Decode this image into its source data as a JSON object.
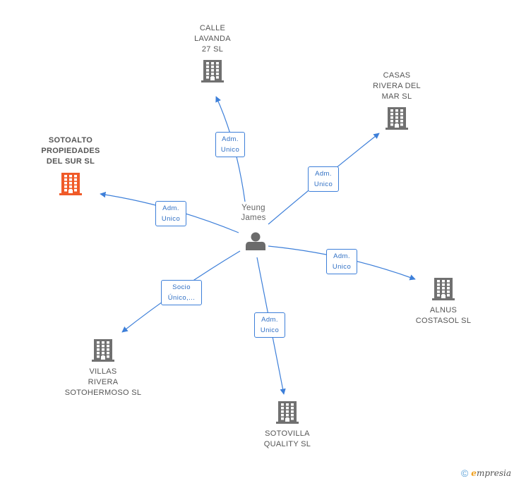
{
  "person": {
    "lines": [
      "Yeung",
      "James"
    ]
  },
  "companies": [
    {
      "id": "calle",
      "lines": [
        "CALLE",
        "LAVANDA",
        "27 SL"
      ],
      "focus": false
    },
    {
      "id": "casas",
      "lines": [
        "CASAS",
        "RIVERA DEL",
        "MAR SL"
      ],
      "focus": false
    },
    {
      "id": "sotoalto",
      "lines": [
        "SOTOALTO",
        "PROPIEDADES",
        "DEL SUR SL"
      ],
      "focus": true
    },
    {
      "id": "alnus",
      "lines": [
        "ALNUS",
        "COSTASOL SL"
      ],
      "focus": false
    },
    {
      "id": "villas",
      "lines": [
        "VILLAS",
        "RIVERA",
        "SOTOHERMOSO SL"
      ],
      "focus": false
    },
    {
      "id": "sotovilla",
      "lines": [
        "SOTOVILLA",
        "QUALITY SL"
      ],
      "focus": false
    }
  ],
  "edges": [
    {
      "to": "calle",
      "lines": [
        "Adm.",
        "Unico"
      ]
    },
    {
      "to": "casas",
      "lines": [
        "Adm.",
        "Unico"
      ]
    },
    {
      "to": "sotoalto",
      "lines": [
        "Adm.",
        "Unico"
      ]
    },
    {
      "to": "alnus",
      "lines": [
        "Adm.",
        "Unico"
      ]
    },
    {
      "to": "villas",
      "lines": [
        "Socio",
        "Único,..."
      ]
    },
    {
      "to": "sotovilla",
      "lines": [
        "Adm.",
        "Unico"
      ]
    }
  ],
  "colors": {
    "edge": "#3d7fd9",
    "building": "#707070",
    "focus_building": "#f05a28",
    "person": "#6b6b6b"
  },
  "footer": {
    "copyright": "©",
    "brand_initial": "e",
    "brand_rest": "mpresia"
  }
}
